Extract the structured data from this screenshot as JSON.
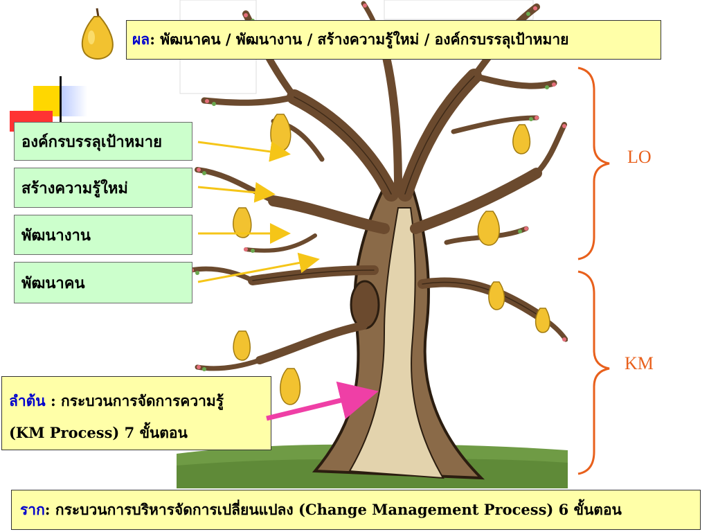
{
  "fruit": {
    "label": "ผล",
    "text": " : พัฒนาคน / พัฒนางาน / สร้างความรู้ใหม่ / องค์กรบรรลุเป้าหมาย"
  },
  "branches": [
    "องค์กรบรรลุเป้าหมาย",
    "สร้างความรู้ใหม่",
    "พัฒนางาน",
    "พัฒนาคน"
  ],
  "trunk": {
    "label": "ลำต้น",
    "text": " : กระบวนการจัดการความรู้",
    "line2": "(KM Process)  7 ขั้นตอน"
  },
  "root": {
    "label": "ราก",
    "text": "  : กระบวนการบริหารจัดการเปลี่ยนแปลง (Change Management Process)  6 ขั้นตอน"
  },
  "braces": {
    "upper": "LO",
    "lower": "KM"
  },
  "colors": {
    "label_blue": "#0000cc",
    "brace_orange": "#e8601c",
    "box_yellow": "#ffffa8",
    "box_green": "#ccffcc",
    "arrow_yellow": "#f5c518",
    "arrow_pink": "#ef3fa6",
    "bark": "#6b4a2e",
    "pear": "#f2c230"
  }
}
